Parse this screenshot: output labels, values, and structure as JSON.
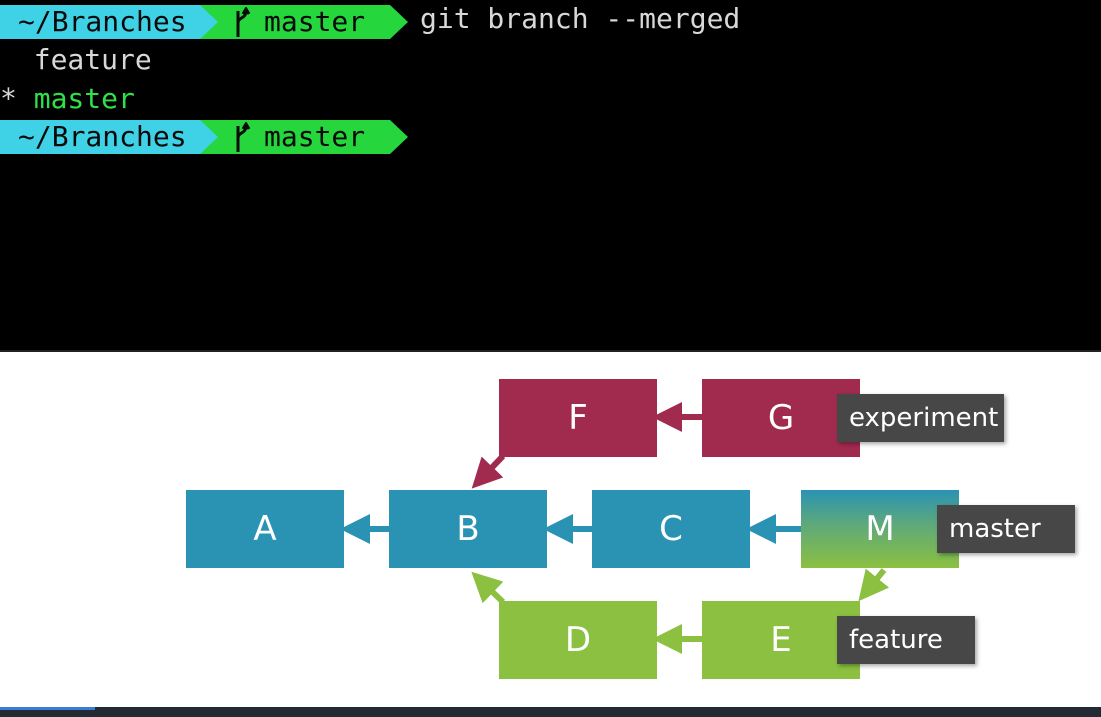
{
  "terminal": {
    "prompt1": {
      "dir": "~/Branches",
      "branch": "master",
      "command": "git branch --merged"
    },
    "output": [
      {
        "marker": "",
        "name": "feature"
      },
      {
        "marker": "*",
        "name": "master"
      }
    ],
    "prompt2": {
      "dir": "~/Branches",
      "branch": "master"
    }
  },
  "diagram": {
    "nodes": {
      "a": "A",
      "b": "B",
      "c": "C",
      "m": "M",
      "d": "D",
      "e": "E",
      "f": "F",
      "g": "G"
    },
    "labels": {
      "experiment": "experiment",
      "master": "master",
      "feature": "feature"
    },
    "colors": {
      "blue": "#2a93b4",
      "red": "#a02b4f",
      "green": "#8bc040",
      "label_bg": "#474747",
      "prompt_dir": "#3fd2e6",
      "prompt_branch": "#25d63c"
    }
  }
}
